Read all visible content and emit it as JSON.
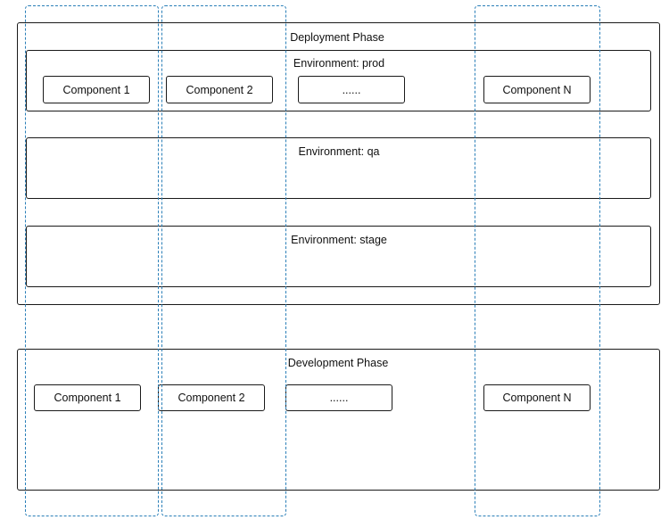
{
  "deployment": {
    "title": "Deployment Phase",
    "environments": [
      {
        "label": "Environment: prod"
      },
      {
        "label": "Environment: qa"
      },
      {
        "label": "Environment: stage"
      }
    ],
    "prod_components": [
      "Component 1",
      "Component 2",
      "......",
      "Component N"
    ]
  },
  "development": {
    "title": "Development Phase",
    "components": [
      "Component 1",
      "Component 2",
      "......",
      "Component N"
    ]
  },
  "colors": {
    "box_border": "#1a1a1a",
    "lane_border": "#2a7fb8"
  }
}
